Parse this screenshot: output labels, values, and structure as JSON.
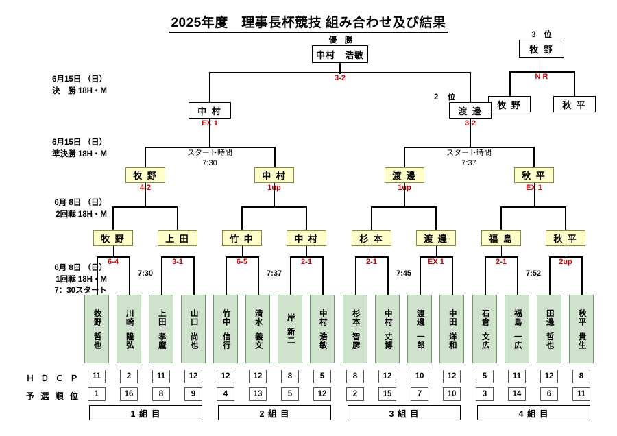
{
  "title": "2025年度　理事長杯競技 組み合わせ及び結果",
  "labels": {
    "champion": "優　勝",
    "runner_up": "2　位",
    "third_place": "3　位",
    "start_time_caption": "スタート時間",
    "hdcp": "Ｈ Ｄ Ｃ Ｐ",
    "seed_rank": "予 選 順 位"
  },
  "rounds": [
    {
      "name": "final",
      "date": "6月15日 （日）",
      "detail": "決　勝 18H・M"
    },
    {
      "name": "semifinal",
      "date": "6月15日 （日）",
      "detail": "準決勝 18H・M"
    },
    {
      "name": "round2",
      "date": "6月 8日 （日）",
      "detail": "2回戦 18H・M"
    },
    {
      "name": "round1",
      "date": "6月 8日 （日）",
      "detail": "1回戦 18H・M",
      "detail2": "7：30スタート"
    }
  ],
  "champion": {
    "name": "中村　浩敏",
    "score": "3-2"
  },
  "third_place": {
    "name": "牧 野",
    "score": "N R",
    "left": "牧 野",
    "right": "秋 平"
  },
  "finalists": [
    {
      "name": "中 村",
      "score": "EX 1"
    },
    {
      "name": "渡 邊",
      "score": "3-2"
    }
  ],
  "semifinal_start_times": [
    "7:30",
    "7:37"
  ],
  "semifinalists": [
    {
      "name": "牧 野",
      "score": "4-2"
    },
    {
      "name": "中 村",
      "score": "1up"
    },
    {
      "name": "渡 邊",
      "score": "1up"
    },
    {
      "name": "秋 平",
      "score": "EX 1"
    }
  ],
  "quarterfinalists": [
    {
      "name": "牧 野",
      "score": "6-4"
    },
    {
      "name": "上 田",
      "score": "3-1"
    },
    {
      "name": "竹 中",
      "score": "6-5"
    },
    {
      "name": "中 村",
      "score": "2-1"
    },
    {
      "name": "杉 本",
      "score": "2-1"
    },
    {
      "name": "渡 邊",
      "score": "EX 1"
    },
    {
      "name": "福 島",
      "score": "2-1"
    },
    {
      "name": "秋 平",
      "score": "2up"
    }
  ],
  "round1_start_times": [
    "7:30",
    "7:37",
    "7:45",
    "7:52"
  ],
  "players": [
    {
      "last": "牧野",
      "first": "哲也",
      "hdcp": "11",
      "rank": "1"
    },
    {
      "last": "川崎",
      "first": "隆弘",
      "hdcp": "2",
      "rank": "16"
    },
    {
      "last": "上田",
      "first": "孝麿",
      "hdcp": "11",
      "rank": "8"
    },
    {
      "last": "山口",
      "first": "尚也",
      "hdcp": "12",
      "rank": "9"
    },
    {
      "last": "竹中",
      "first": "信行",
      "hdcp": "12",
      "rank": "4"
    },
    {
      "last": "清水",
      "first": "義文",
      "hdcp": "12",
      "rank": "13"
    },
    {
      "last": "岸",
      "first": "新二",
      "hdcp": "8",
      "rank": "5"
    },
    {
      "last": "中村",
      "first": "浩敏",
      "hdcp": "5",
      "rank": "12"
    },
    {
      "last": "杉本",
      "first": "智彦",
      "hdcp": "8",
      "rank": "2"
    },
    {
      "last": "中村",
      "first": "丈博",
      "hdcp": "12",
      "rank": "15"
    },
    {
      "last": "渡邊",
      "first": "一郎",
      "hdcp": "10",
      "rank": "7"
    },
    {
      "last": "中田",
      "first": "洋和",
      "hdcp": "12",
      "rank": "10"
    },
    {
      "last": "石倉",
      "first": "文広",
      "hdcp": "5",
      "rank": "3"
    },
    {
      "last": "福島",
      "first": "一広",
      "hdcp": "11",
      "rank": "14"
    },
    {
      "last": "田邊",
      "first": "哲也",
      "hdcp": "12",
      "rank": "6"
    },
    {
      "last": "秋平",
      "first": "貴生",
      "hdcp": "8",
      "rank": "11"
    }
  ],
  "groups": [
    "1 組 目",
    "2 組 目",
    "3 組 目",
    "4 組 目"
  ],
  "colors": {
    "score_red": "#cc0000",
    "winner_box": "#ffffcc",
    "player_box": "#cfe2cb"
  }
}
